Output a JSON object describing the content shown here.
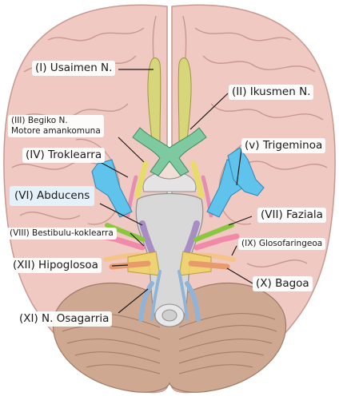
{
  "labels": {
    "olfactory": "(I) Usaimen N.",
    "optic": "(II) Ikusmen N.",
    "oculomotor_line1": "(III) Begiko N.",
    "oculomotor_line2": "Motore amankomuna",
    "trochlear": "(IV) Troklearra",
    "trigeminal": "(v) Trigeminoa",
    "abducens": "(VI) Abducens",
    "facial": "(VII) Faziala",
    "vestibulocochlear": "(VIII) Bestibulu-koklearra",
    "glossopharyngeal": "(IX) Glosofaringeoa",
    "hypoglossal": "(XII) Hipoglosoa",
    "vagus": "(X) Bagoa",
    "accessory": "(XI) N. Osagarria"
  },
  "colors": {
    "brain": "#f1c9c3",
    "brain_stroke": "#c79890",
    "cerebellum": "#cfa892",
    "brainstem": "#d8d8d8",
    "olfactory": "#d8d67a",
    "optic": "#7fc9a0",
    "oculomotor": "#e6dc6a",
    "trochlear": "#e58fb0",
    "trigeminal": "#5fc3ec",
    "abducens": "#a88cc4",
    "facial": "#8bc63f",
    "vestibulocochlear": "#f08aa8",
    "glossopharyngeal": "#f5c48a",
    "vagus": "#e89a6a",
    "hypoglossal": "#f0d36a",
    "accessory": "#8fb4d8"
  }
}
